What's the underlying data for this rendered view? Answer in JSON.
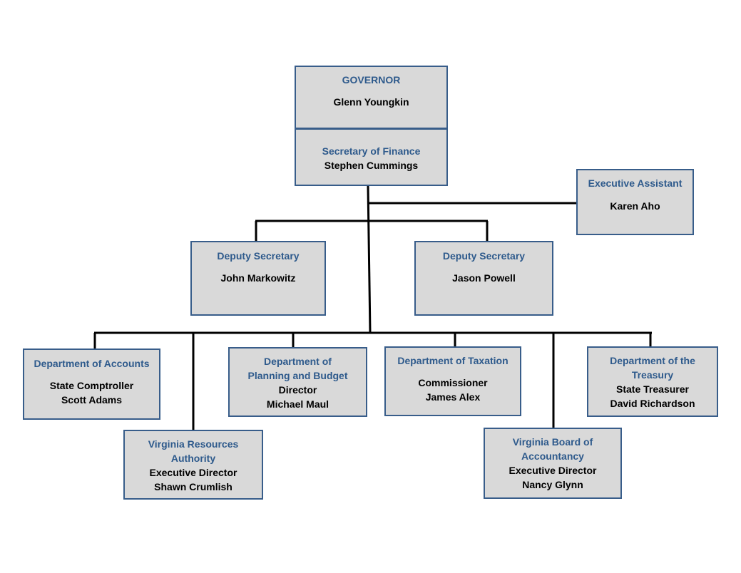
{
  "colors": {
    "box_fill": "#d9d9d9",
    "box_border": "#385d8a",
    "role_text": "#2e5a8c",
    "name_text": "#000000",
    "connector": "#000000"
  },
  "org_chart": {
    "governor": {
      "role": "GOVERNOR",
      "name": "Glenn Youngkin"
    },
    "secretary": {
      "role": "Secretary of Finance",
      "name": "Stephen Cummings"
    },
    "executive_assistant": {
      "role": "Executive Assistant",
      "name": "Karen Aho"
    },
    "deputies": [
      {
        "role": "Deputy Secretary",
        "name": "John Markowitz"
      },
      {
        "role": "Deputy Secretary",
        "name": "Jason Powell"
      }
    ],
    "departments": {
      "accounts": {
        "role": "Department of Accounts",
        "title": "State Comptroller",
        "name": "Scott Adams"
      },
      "planning": {
        "role_line1": "Department of",
        "role_line2": "Planning and Budget",
        "title": "Director",
        "name": "Michael Maul"
      },
      "taxation": {
        "role": "Department of Taxation",
        "title": "Commissioner",
        "name": "James Alex"
      },
      "treasury": {
        "role_line1": "Department of the",
        "role_line2": "Treasury",
        "title": "State Treasurer",
        "name": "David Richardson"
      },
      "vra": {
        "role_line1": "Virginia Resources",
        "role_line2": "Authority",
        "title": "Executive Director",
        "name": "Shawn Crumlish"
      },
      "boa": {
        "role_line1": "Virginia Board of",
        "role_line2": "Accountancy",
        "title": "Executive Director",
        "name": "Nancy Glynn"
      }
    }
  }
}
